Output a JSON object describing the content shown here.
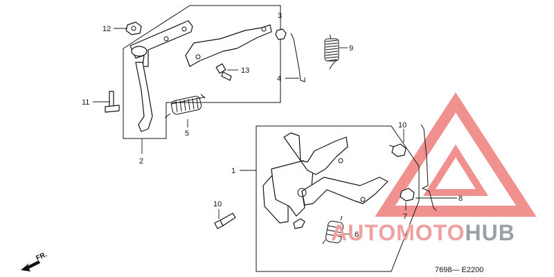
{
  "callouts": {
    "c1": "1",
    "c2": "2",
    "c3": "3",
    "c4": "4",
    "c5": "5",
    "c6": "6",
    "c7": "7",
    "c8": "8",
    "c9": "9",
    "c10a": "10",
    "c10b": "10",
    "c11": "11",
    "c12": "12",
    "c13": "13"
  },
  "diagram_code": "7698— E2200",
  "direction_label": "FR.",
  "watermark": {
    "part1": "AUTOMOTO",
    "part2": "HUB"
  },
  "colors": {
    "watermark_red": "#e53935",
    "watermark_grey": "#9aa0a6",
    "line": "#111111"
  }
}
